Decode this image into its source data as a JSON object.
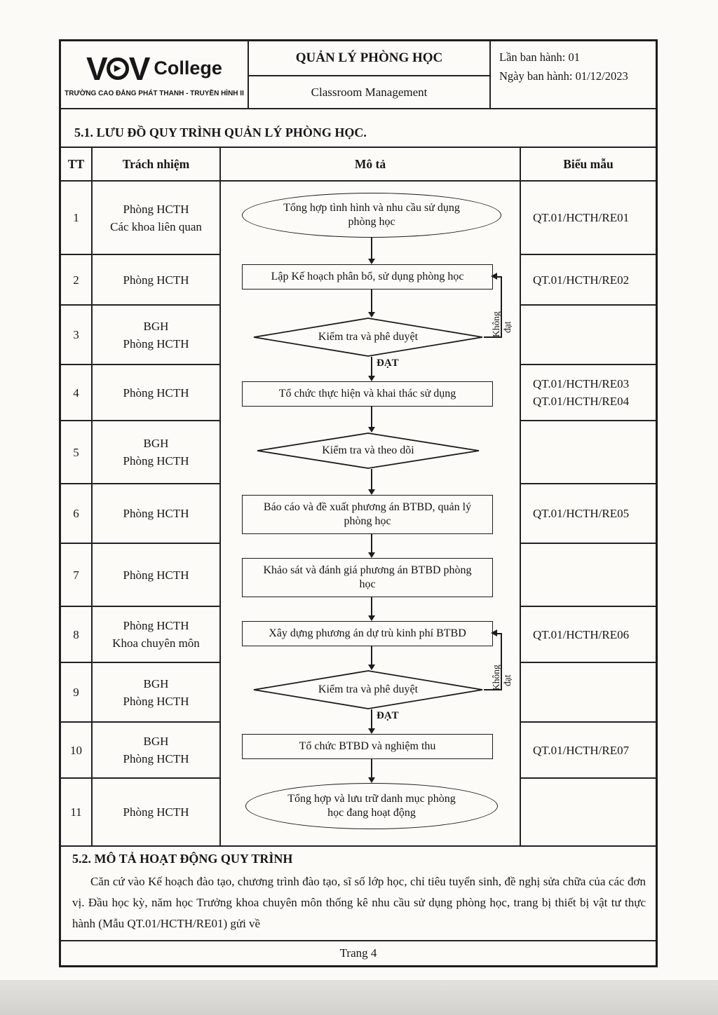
{
  "header": {
    "logo": {
      "v1": "V",
      "v2": "V",
      "play_glyph": "▶",
      "college": "College",
      "subtitle": "TRƯỜNG CAO ĐẲNG PHÁT THANH - TRUYỀN HÌNH II"
    },
    "title_vi": "QUẢN LÝ PHÒNG HỌC",
    "title_en": "Classroom Management",
    "issue": "Lần ban hành: 01",
    "date": "Ngày ban hành: 01/12/2023"
  },
  "section1": {
    "title": "5.1. LƯU ĐỒ QUY TRÌNH QUẢN LÝ PHÒNG HỌC."
  },
  "table": {
    "headers": {
      "tt": "TT",
      "resp": "Trách nhiệm",
      "desc": "Mô tả",
      "form": "Biểu mẫu"
    },
    "rows": [
      {
        "tt": "1",
        "resp1": "Phòng HCTH",
        "resp2": "Các khoa liên quan",
        "form1": "QT.01/HCTH/RE01",
        "form2": ""
      },
      {
        "tt": "2",
        "resp1": "Phòng HCTH",
        "resp2": "",
        "form1": "QT.01/HCTH/RE02",
        "form2": ""
      },
      {
        "tt": "3",
        "resp1": "BGH",
        "resp2": "Phòng HCTH",
        "form1": "",
        "form2": ""
      },
      {
        "tt": "4",
        "resp1": "Phòng HCTH",
        "resp2": "",
        "form1": "QT.01/HCTH/RE03",
        "form2": "QT.01/HCTH/RE04"
      },
      {
        "tt": "5",
        "resp1": "BGH",
        "resp2": "Phòng HCTH",
        "form1": "",
        "form2": ""
      },
      {
        "tt": "6",
        "resp1": "Phòng HCTH",
        "resp2": "",
        "form1": "QT.01/HCTH/RE05",
        "form2": ""
      },
      {
        "tt": "7",
        "resp1": "Phòng HCTH",
        "resp2": "",
        "form1": "",
        "form2": ""
      },
      {
        "tt": "8",
        "resp1": "Phòng HCTH",
        "resp2": "Khoa chuyên môn",
        "form1": "QT.01/HCTH/RE06",
        "form2": ""
      },
      {
        "tt": "9",
        "resp1": "BGH",
        "resp2": "Phòng HCTH",
        "form1": "",
        "form2": ""
      },
      {
        "tt": "10",
        "resp1": "BGH",
        "resp2": "Phòng HCTH",
        "form1": "QT.01/HCTH/RE07",
        "form2": ""
      },
      {
        "tt": "11",
        "resp1": "Phòng HCTH",
        "resp2": "",
        "form1": "",
        "form2": ""
      }
    ]
  },
  "flow": {
    "n1": "Tổng hợp tình hình và nhu cầu sử dụng phòng học",
    "n2": "Lập Kế hoạch phân bổ, sử dụng phòng học",
    "n3": "Kiểm tra và phê duyệt",
    "n4": "Tổ chức thực hiện và khai thác sử dụng",
    "n5": "Kiểm tra và theo dõi",
    "n6": "Báo cáo và đề xuất phương án BTBD, quản lý phòng học",
    "n7": "Khảo sát và đánh giá phương án BTBD phòng học",
    "n8": "Xây dựng phương án dự trù kinh phí BTBD",
    "n9": "Kiểm tra và phê duyệt",
    "n10": "Tổ chức BTBD và nghiệm thu",
    "n11": "Tổng hợp và lưu trữ danh mục phòng học đang hoạt động",
    "pass": "ĐẠT",
    "fail_word1": "Không",
    "fail_word2": "đạt"
  },
  "section2": {
    "title": "5.2. MÔ TẢ HOẠT ĐỘNG QUY TRÌNH",
    "paragraph": "Căn cứ vào Kế hoạch đào tạo, chương trình đào tạo, sĩ số lớp học, chỉ tiêu tuyển sinh, đề nghị sửa chữa của các đơn vị. Đầu học kỳ, năm học Trưởng khoa chuyên môn thống kê nhu cầu sử dụng phòng học, trang bị thiết bị vật tư thực hành (Mẫu QT.01/HCTH/RE01) gửi về"
  },
  "page": {
    "footer": "Trang 4"
  }
}
